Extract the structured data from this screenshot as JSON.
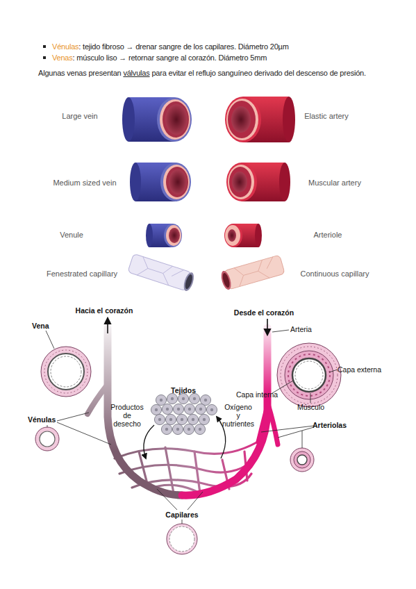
{
  "diagram": {
    "labels": [
      "Vénulas",
      ": tejido fibroso → drenar sangre de los capilares. Diámetro 20µm",
      "Venas",
      ": músculo liso → retornar sangre al corazón. Diámetro 5mm",
      "Algunas venas presentan ",
      "válvulas",
      " para evitar el reflujo sanguíneo derivado del descenso de presión.",
      "Large vein",
      "Elastic artery",
      "Medium sized vein",
      "Muscular artery",
      "Venule",
      "Arteriole",
      "Fenestrated capillary",
      "Continuous capillary",
      "Hacia el corazón",
      "Desde el corazón",
      "Vena",
      "Arteria",
      "Tejidos",
      "Productos de desecho",
      "Oxígeno y nutrientes",
      "Capa externa",
      "Capa interna",
      "Músculo",
      "Vénulas",
      "Arteriolas",
      "Capilares"
    ]
  }
}
